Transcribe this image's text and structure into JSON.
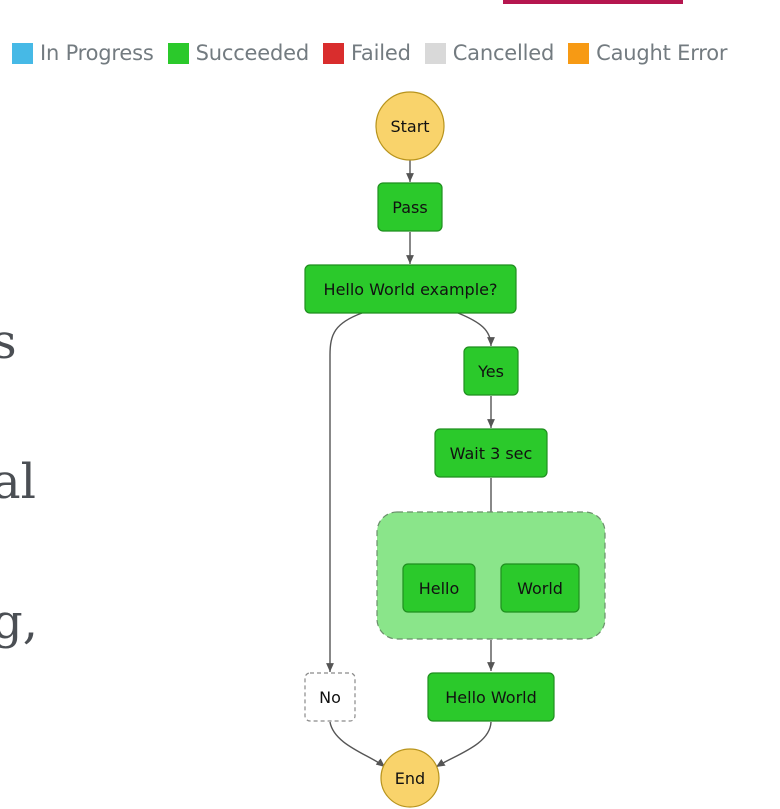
{
  "legend": {
    "items": [
      {
        "label": "In Progress",
        "color": "#46b9e6"
      },
      {
        "label": "Succeeded",
        "color": "#2bc92b"
      },
      {
        "label": "Failed",
        "color": "#d92d2d"
      },
      {
        "label": "Cancelled",
        "color": "#d9d9d9"
      },
      {
        "label": "Caught Error",
        "color": "#f79a14"
      }
    ]
  },
  "background_text": [
    "s",
    "al",
    "g,"
  ],
  "diagram": {
    "nodes": {
      "start": "Start",
      "pass": "Pass",
      "choice": "Hello World example?",
      "yes": "Yes",
      "wait": "Wait 3 sec",
      "hello": "Hello",
      "world": "World",
      "no": "No",
      "hello_world": "Hello World",
      "end": "End"
    },
    "status_colors": {
      "succeeded_fill": "#2bc92b",
      "succeeded_stroke": "#1f8f1f",
      "parallel_fill": "#8ae58a",
      "terminal_fill": "#f9d36b",
      "terminal_stroke": "#b8941d",
      "not_run_stroke": "#8a8a8a"
    }
  }
}
